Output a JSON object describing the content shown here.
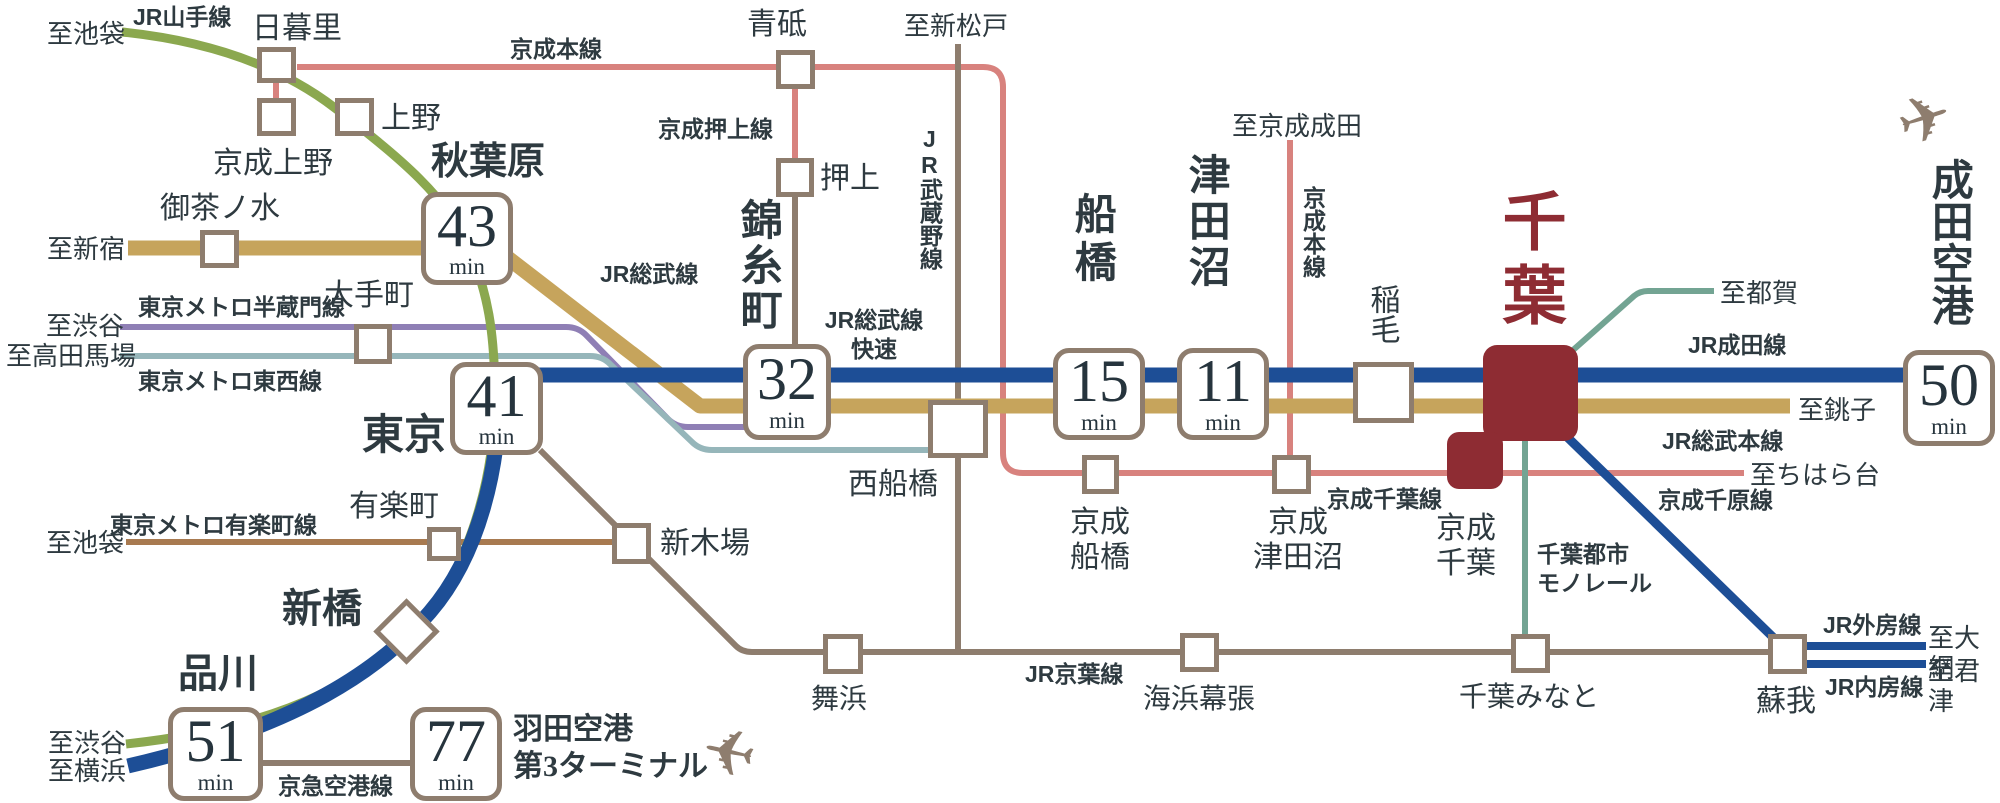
{
  "colors": {
    "jr_rapid_blue": "#1d4e96",
    "jr_sobu_gold": "#c6a45c",
    "yamanote_green": "#8ba84f",
    "keisei_pink": "#d8827e",
    "hanzomon_purple": "#8f7fb5",
    "tozai_teal": "#96b6ba",
    "yurakucho_brown": "#a87a50",
    "keiyo_grey": "#8e7d6e",
    "monorail_teal": "#73a493",
    "chiba_red": "#8e2c33",
    "text_dark": "#2e3a40"
  },
  "icons": {
    "airplane": "✈"
  },
  "badges": {
    "akihabara": {
      "value": "43",
      "unit": "min"
    },
    "tokyo": {
      "value": "41",
      "unit": "min"
    },
    "kinshicho": {
      "value": "32",
      "unit": "min"
    },
    "funabashi": {
      "value": "15",
      "unit": "min"
    },
    "tsudanuma": {
      "value": "11",
      "unit": "min"
    },
    "narita": {
      "value": "50",
      "unit": "min"
    },
    "shinagawa": {
      "value": "51",
      "unit": "min"
    },
    "haneda": {
      "value": "77",
      "unit": "min"
    }
  },
  "labels": {
    "st_nippori": "日暮里",
    "st_keisei_ueno": "京成上野",
    "st_ueno": "上野",
    "st_ochanomizu": "御茶ノ水",
    "st_otemachi": "大手町",
    "st_akihabara": "秋葉原",
    "st_tokyo": "東京",
    "st_yurakucho": "有楽町",
    "st_shimbashi": "新橋",
    "st_shinagawa": "品川",
    "st_aoto": "青砥",
    "st_oshiage": "押上",
    "st_kinshicho": "錦糸町",
    "st_nishi_funabashi": "西船橋",
    "st_shin_kiba": "新木場",
    "st_maihama": "舞浜",
    "st_funabashi": "船橋",
    "st_tsudanuma": "津田沼",
    "st_keisei_funabashi": "京成\n船橋",
    "st_keisei_tsudanuma": "京成\n津田沼",
    "st_inage": "稲毛",
    "st_chiba": "千葉",
    "st_keisei_chiba": "京成\n千葉",
    "st_kaihin_makuhari": "海浜幕張",
    "st_chiba_minato": "千葉みなと",
    "st_soga": "蘇我",
    "st_narita_airport": "成田空港",
    "st_haneda": "羽田空港\n第3ターミナル",
    "ln_jr_yamanote": "JR山手線",
    "ln_keisei_main": "京成本線",
    "ln_keisei_oshiage": "京成押上線",
    "ln_jr_musashino": "JR武蔵野線",
    "ln_jr_sobu": "JR総武線",
    "ln_jr_sobu_rapid": "JR総武線\n快速",
    "ln_hanzomon": "東京メトロ半蔵門線",
    "ln_tozai": "東京メトロ東西線",
    "ln_yurakucho": "東京メトロ有楽町線",
    "ln_jr_keiyo": "JR京葉線",
    "ln_keikyu_airport": "京急空港線",
    "ln_keisei_chiba": "京成千葉線",
    "ln_keisei_main_v": "京成本線",
    "ln_monorail": "千葉都市\nモノレール",
    "ln_jr_narita": "JR成田線",
    "ln_jr_sobu_main": "JR総武本線",
    "ln_keisei_chihara": "京成千原線",
    "ln_jr_sotobo": "JR外房線",
    "ln_jr_uchibo": "JR内房線",
    "to_ikebukuro_top": "至池袋",
    "to_shinjuku": "至新宿",
    "to_shibuya_mid": "至渋谷",
    "to_takadanobaba": "至高田馬場",
    "to_ikebukuro_btm": "至池袋",
    "to_shibuya_btm": "至渋谷",
    "to_yokohama": "至横浜",
    "to_shin_matsudo": "至新松戸",
    "to_keisei_narita": "至京成成田",
    "to_tsuga": "至都賀",
    "to_choshi": "至銚子",
    "to_chiharadai": "至ちはら台",
    "to_oami": "至大網",
    "to_kimitsu": "至君津"
  }
}
